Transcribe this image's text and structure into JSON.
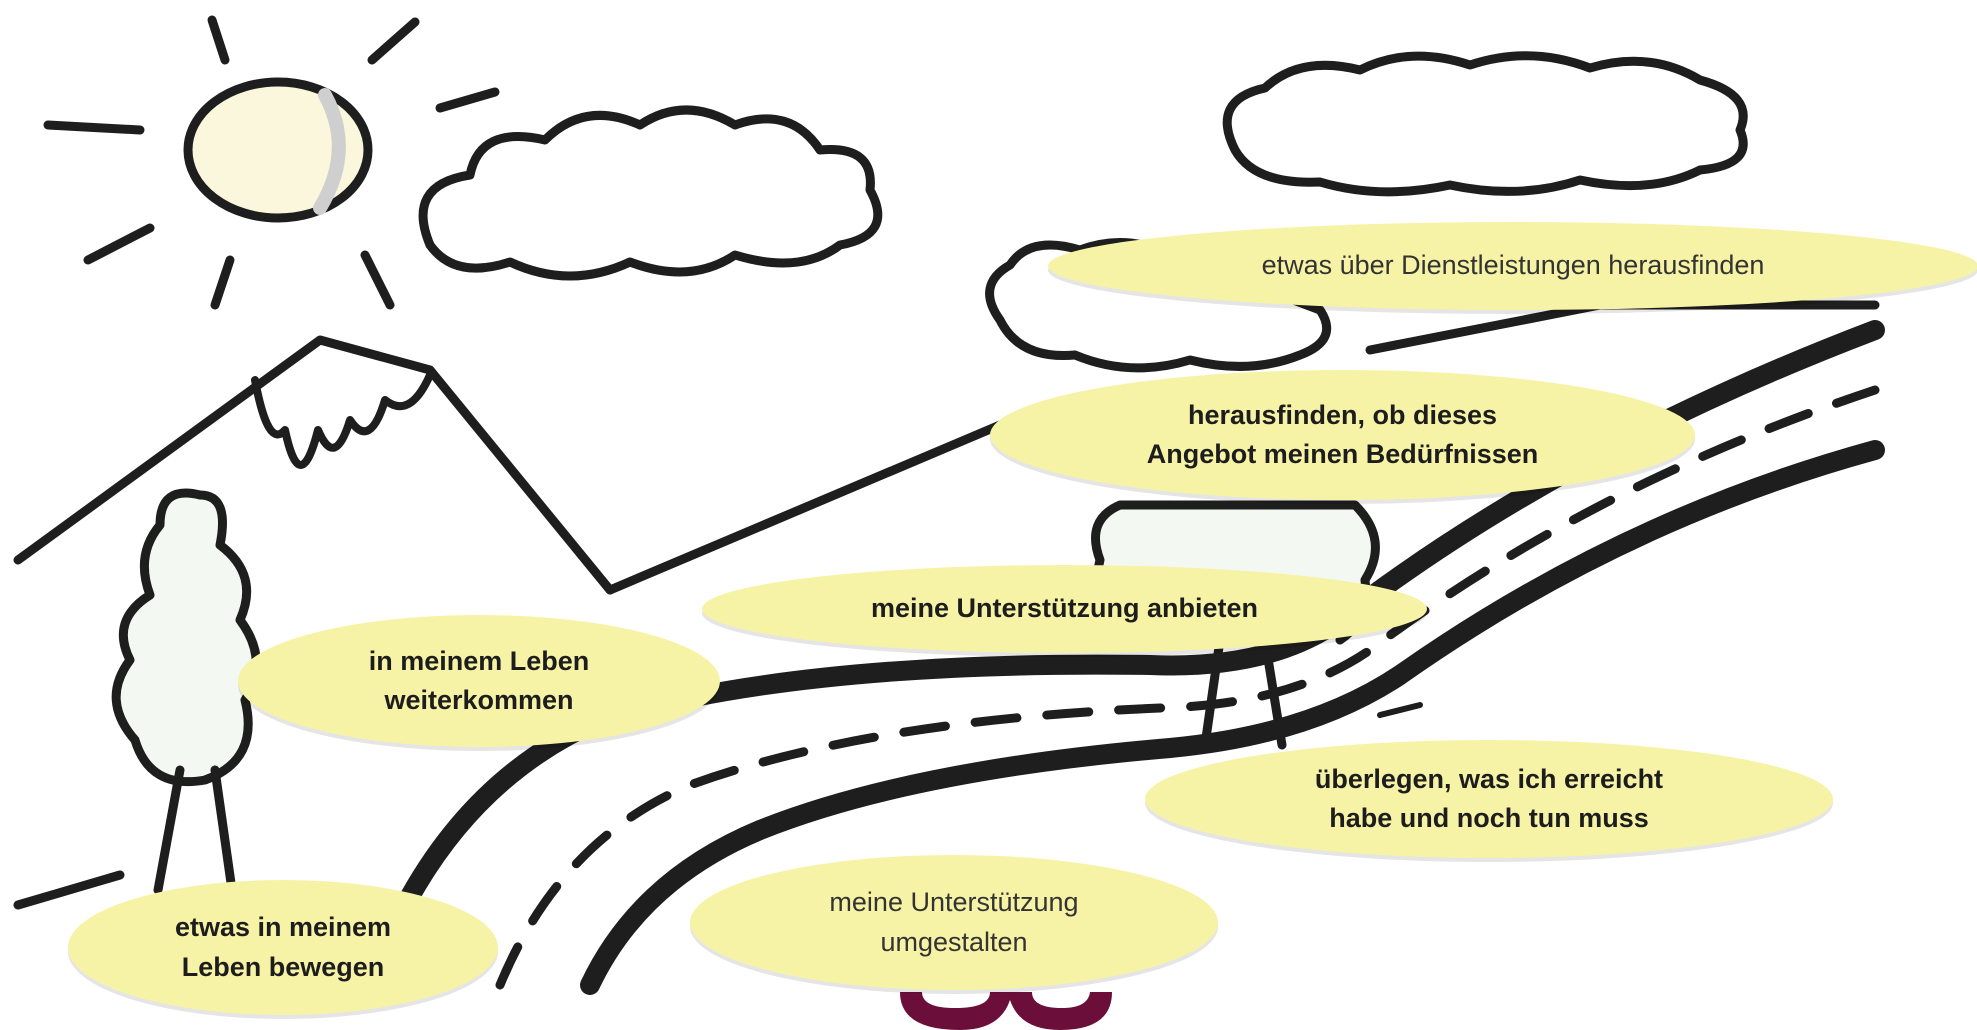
{
  "colors": {
    "bubble_fill": "#f7f3a6",
    "ink": "#1e1e1e",
    "accent": "#6b0f3a",
    "cloud_shade": "#cfcfcf"
  },
  "steps": [
    {
      "text": "etwas über Dienstleistungen herausfinden",
      "weight": "regular"
    },
    {
      "text": "herausfinden, ob dieses\nAngebot meinen Bedürfnissen",
      "weight": "bold"
    },
    {
      "text": "meine Unterstützung anbieten",
      "weight": "bold"
    },
    {
      "text": "in meinem Leben\nweiterkommen",
      "weight": "bold"
    },
    {
      "text": "überlegen, was ich erreicht\nhabe und noch tun muss",
      "weight": "bold"
    },
    {
      "text": "meine Unterstützung\numgestalten",
      "weight": "regular"
    },
    {
      "text": "etwas in meinem\nLeben bewegen",
      "weight": "bold"
    }
  ]
}
